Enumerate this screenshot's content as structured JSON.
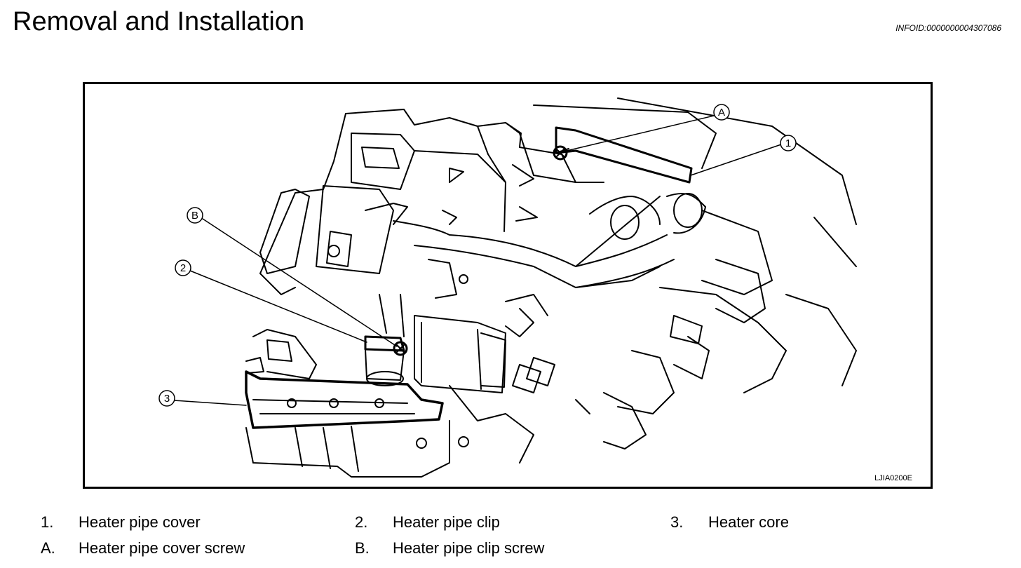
{
  "header": {
    "title": "Removal and Installation",
    "info_id": "INFOID:0000000004307086"
  },
  "figure": {
    "code": "LJIA0200E",
    "callouts": {
      "a": "A",
      "one": "1",
      "b": "B",
      "two": "2",
      "three": "3"
    }
  },
  "legend": [
    {
      "key": "1.",
      "text": "Heater pipe cover"
    },
    {
      "key": "2.",
      "text": "Heater pipe clip"
    },
    {
      "key": "3.",
      "text": "Heater core"
    },
    {
      "key": "A.",
      "text": "Heater pipe cover screw"
    },
    {
      "key": "B.",
      "text": "Heater pipe clip screw"
    }
  ]
}
